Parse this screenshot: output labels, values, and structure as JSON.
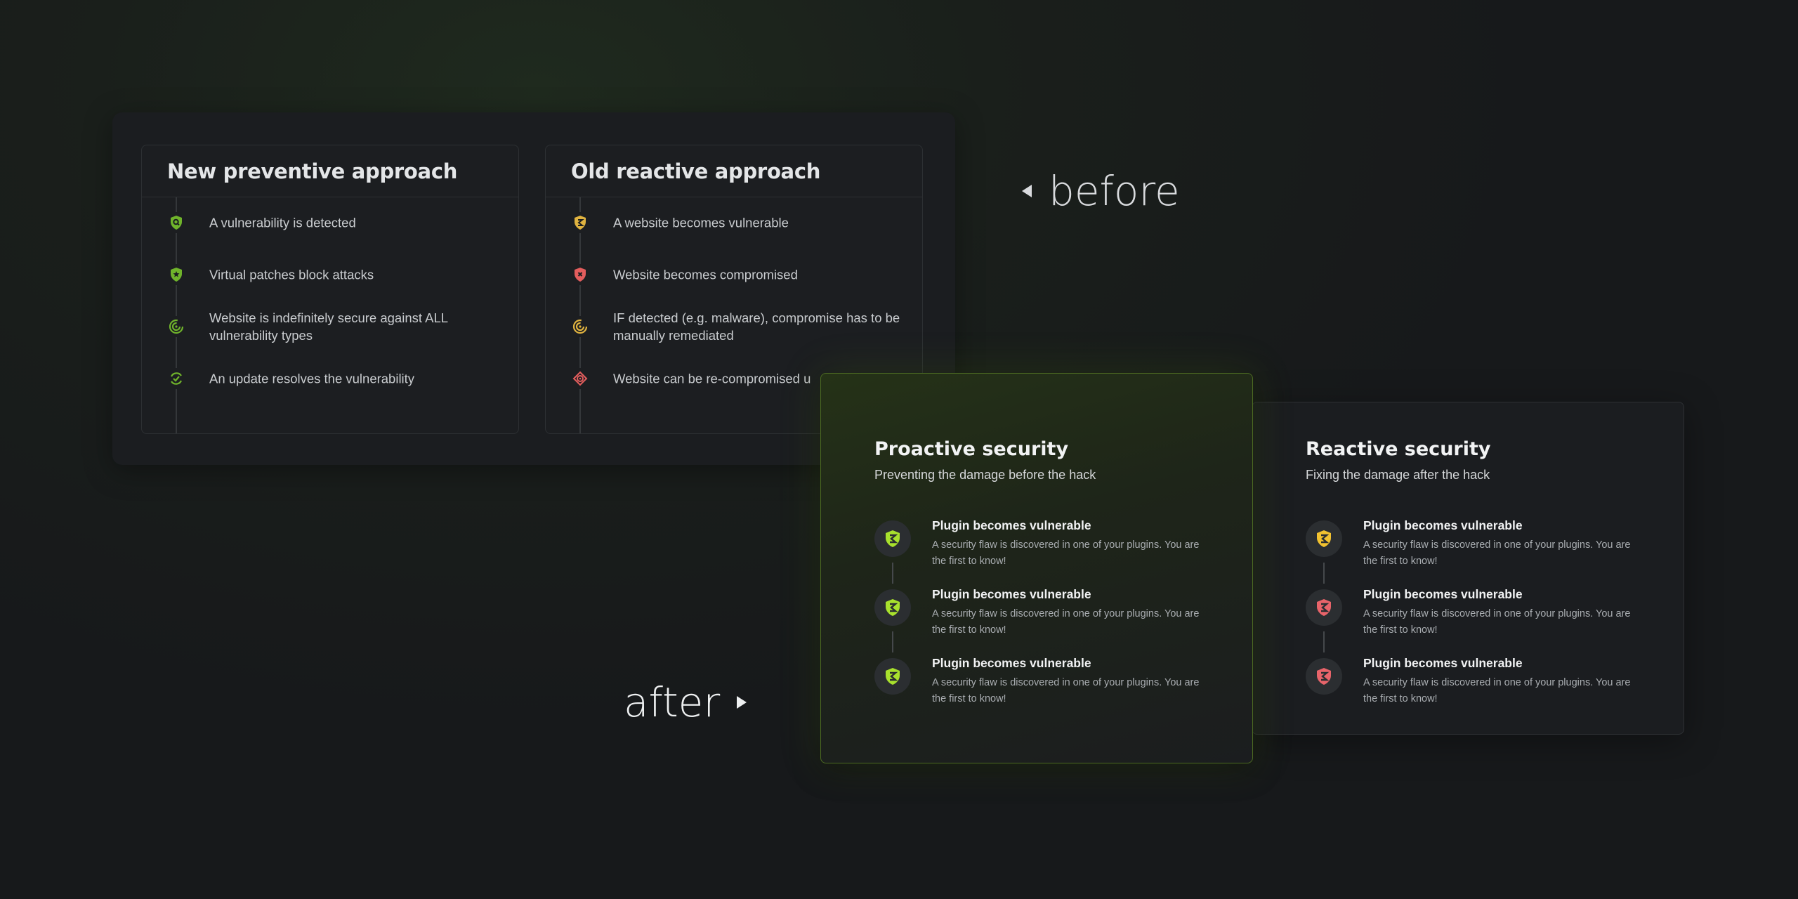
{
  "labels": {
    "before": "before",
    "after": "after"
  },
  "before": {
    "new_approach": {
      "title": "New preventive approach",
      "items": [
        {
          "icon": "shield-search-icon",
          "text": "A vulnerability is detected",
          "color": "#6fb32b"
        },
        {
          "icon": "shield-star-icon",
          "text": "Virtual patches block attacks",
          "color": "#6fb32b"
        },
        {
          "icon": "radar-icon",
          "text": "Website is indefinitely secure against ALL vulnerability types",
          "color": "#6fb32b"
        },
        {
          "icon": "refresh-check-icon",
          "text": "An update resolves the vulnerability",
          "color": "#6fb32b"
        }
      ]
    },
    "old_approach": {
      "title": "Old reactive approach",
      "items": [
        {
          "icon": "shield-warning-icon",
          "text": "A website becomes vulnerable",
          "color": "#e0b340"
        },
        {
          "icon": "shield-x-icon",
          "text": "Website becomes compromised",
          "color": "#e35d5d"
        },
        {
          "icon": "radar-icon",
          "text": "IF detected (e.g. malware), compromise has to be manually remediated",
          "color": "#e0b340"
        },
        {
          "icon": "target-icon",
          "text": "Website can be re-compromised u",
          "color": "#e35d5d"
        }
      ]
    }
  },
  "after": {
    "proactive": {
      "title": "Proactive security",
      "subtitle": "Preventing the damage before the hack",
      "accent": "#a8e12d",
      "steps": [
        {
          "icon": "patchstack-logo-icon",
          "title": "Plugin becomes vulnerable",
          "desc": "A security flaw is discovered in one of your plugins. You are the first to know!",
          "color": "#a8e12d"
        },
        {
          "icon": "patchstack-logo-icon",
          "title": "Plugin becomes vulnerable",
          "desc": "A security flaw is discovered in one of your plugins. You are the first to know!",
          "color": "#a8e12d"
        },
        {
          "icon": "patchstack-logo-icon",
          "title": "Plugin becomes vulnerable",
          "desc": "A security flaw is discovered in one of your plugins. You are the first to know!",
          "color": "#a8e12d"
        }
      ]
    },
    "reactive": {
      "title": "Reactive security",
      "subtitle": "Fixing the damage after the hack",
      "steps": [
        {
          "icon": "patchstack-logo-icon",
          "title": "Plugin becomes vulnerable",
          "desc": "A security flaw is discovered in one of your plugins. You are the first to know!",
          "color": "#f2c230"
        },
        {
          "icon": "patchstack-logo-icon",
          "title": "Plugin becomes vulnerable",
          "desc": "A security flaw is discovered in one of your plugins. You are the first to know!",
          "color": "#e8646a"
        },
        {
          "icon": "patchstack-logo-icon",
          "title": "Plugin becomes vulnerable",
          "desc": "A security flaw is discovered in one of your plugins. You are the first to know!",
          "color": "#e8646a"
        }
      ]
    }
  }
}
